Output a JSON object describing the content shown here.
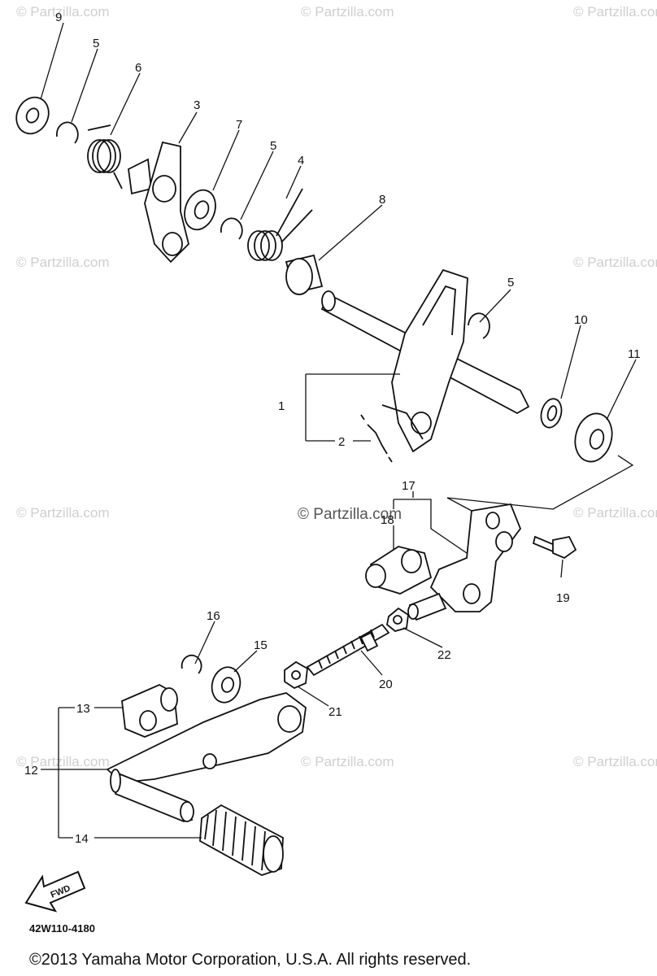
{
  "watermark": {
    "text": "© Partzilla.com",
    "center_text": "© Partzilla.com"
  },
  "callouts": {
    "n1": "1",
    "n2": "2",
    "n3": "3",
    "n4": "4",
    "n5a": "5",
    "n5b": "5",
    "n5c": "5",
    "n6": "6",
    "n7": "7",
    "n8": "8",
    "n9": "9",
    "n10": "10",
    "n11": "11",
    "n12": "12",
    "n13": "13",
    "n14": "14",
    "n15": "15",
    "n16": "16",
    "n17": "17",
    "n18": "18",
    "n19": "19",
    "n20": "20",
    "n21": "21",
    "n22": "22"
  },
  "fwd_label": "FWD",
  "diagram_code": "42W110-4180",
  "copyright": "©2013 Yamaha Motor Corporation, U.S.A. All rights reserved."
}
